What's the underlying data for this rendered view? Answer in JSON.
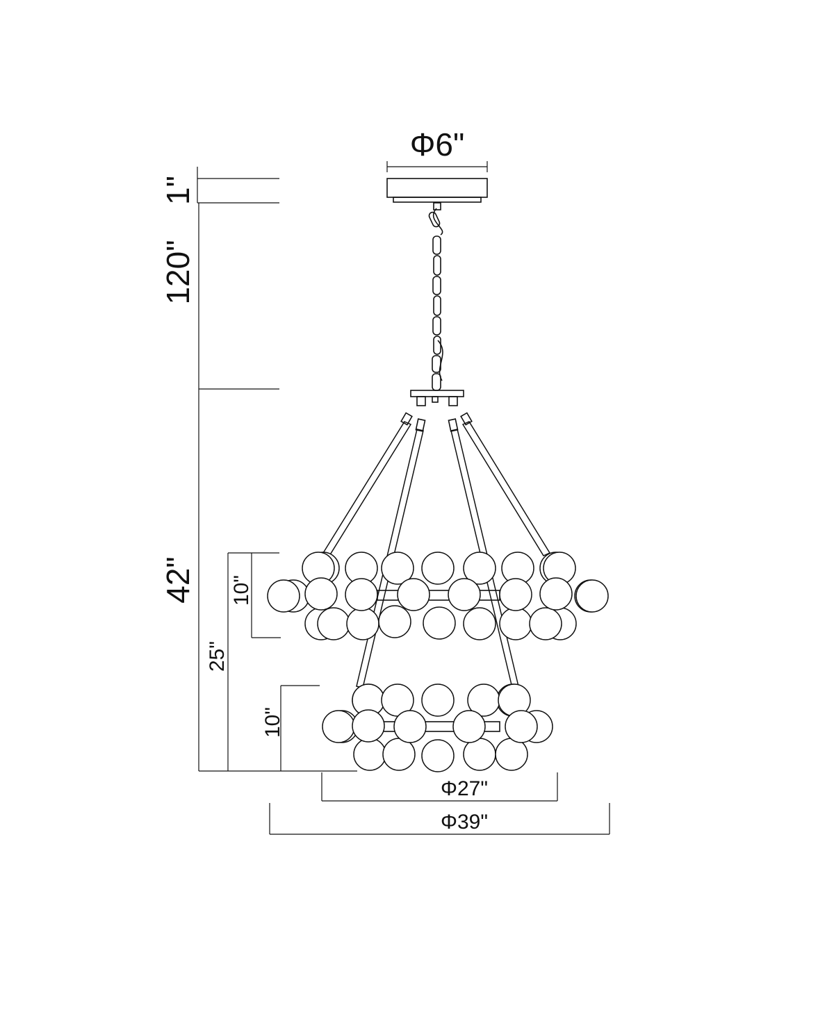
{
  "dimensions": {
    "canopy_diameter": "Φ6\"",
    "canopy_height": "1\"",
    "chain_length": "120\"",
    "fixture_height": "42\"",
    "upper_tier_height": "10\"",
    "tier_span_height": "25\"",
    "lower_tier_height": "10\"",
    "lower_tier_diameter": "Φ27\"",
    "upper_tier_diameter": "Φ39\""
  }
}
